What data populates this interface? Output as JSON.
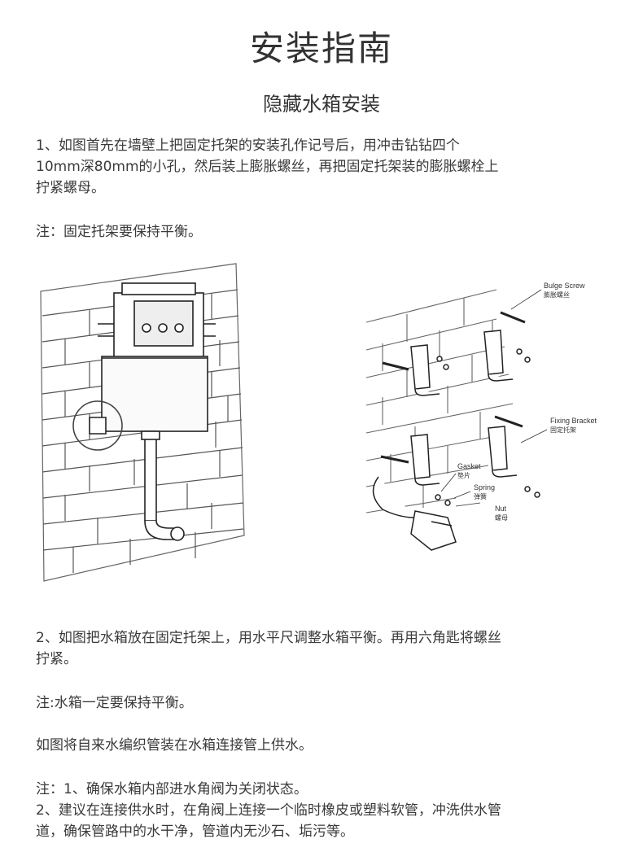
{
  "title": "安装指南",
  "subtitle": "隐藏水箱安装",
  "step1": {
    "line1": "1、如图首先在墙壁上把固定托架的安装孔作记号后，用冲击钻钻四个",
    "line2": "10mm深80mm的小孔，然后装上膨胀螺丝，再把固定托架装的膨胀螺栓上",
    "line3": "拧紧螺母。"
  },
  "note1": "注：固定托架要保持平衡。",
  "diagram_labels": {
    "bulge_screw_en": "Bulge Screw",
    "bulge_screw_cn": "膨胀螺丝",
    "fixing_bracket_en": "Fixing Bracket",
    "fixing_bracket_cn": "固定托架",
    "gasket_en": "Gasket",
    "gasket_cn": "垫片",
    "spring_en": "Spring",
    "spring_cn": "弹簧",
    "nut_en": "Nut",
    "nut_cn": "螺母"
  },
  "step2": {
    "line1": "2、如图把水箱放在固定托架上，用水平尺调整水箱平衡。再用六角匙将螺丝",
    "line2": "拧紧。"
  },
  "note2": "注:水箱一定要保持平衡。",
  "supply": "如图将自来水编织管装在水箱连接管上供水。",
  "notes3": {
    "line1": "注：1、确保水箱内部进水角阀为关闭状态。",
    "line2": "2、建议在连接供水时，在角阀上连接一个临时橡皮或塑料软管，冲洗供水管",
    "line3": "道，确保管路中的水干净，管道内无沙石、垢污等。"
  }
}
